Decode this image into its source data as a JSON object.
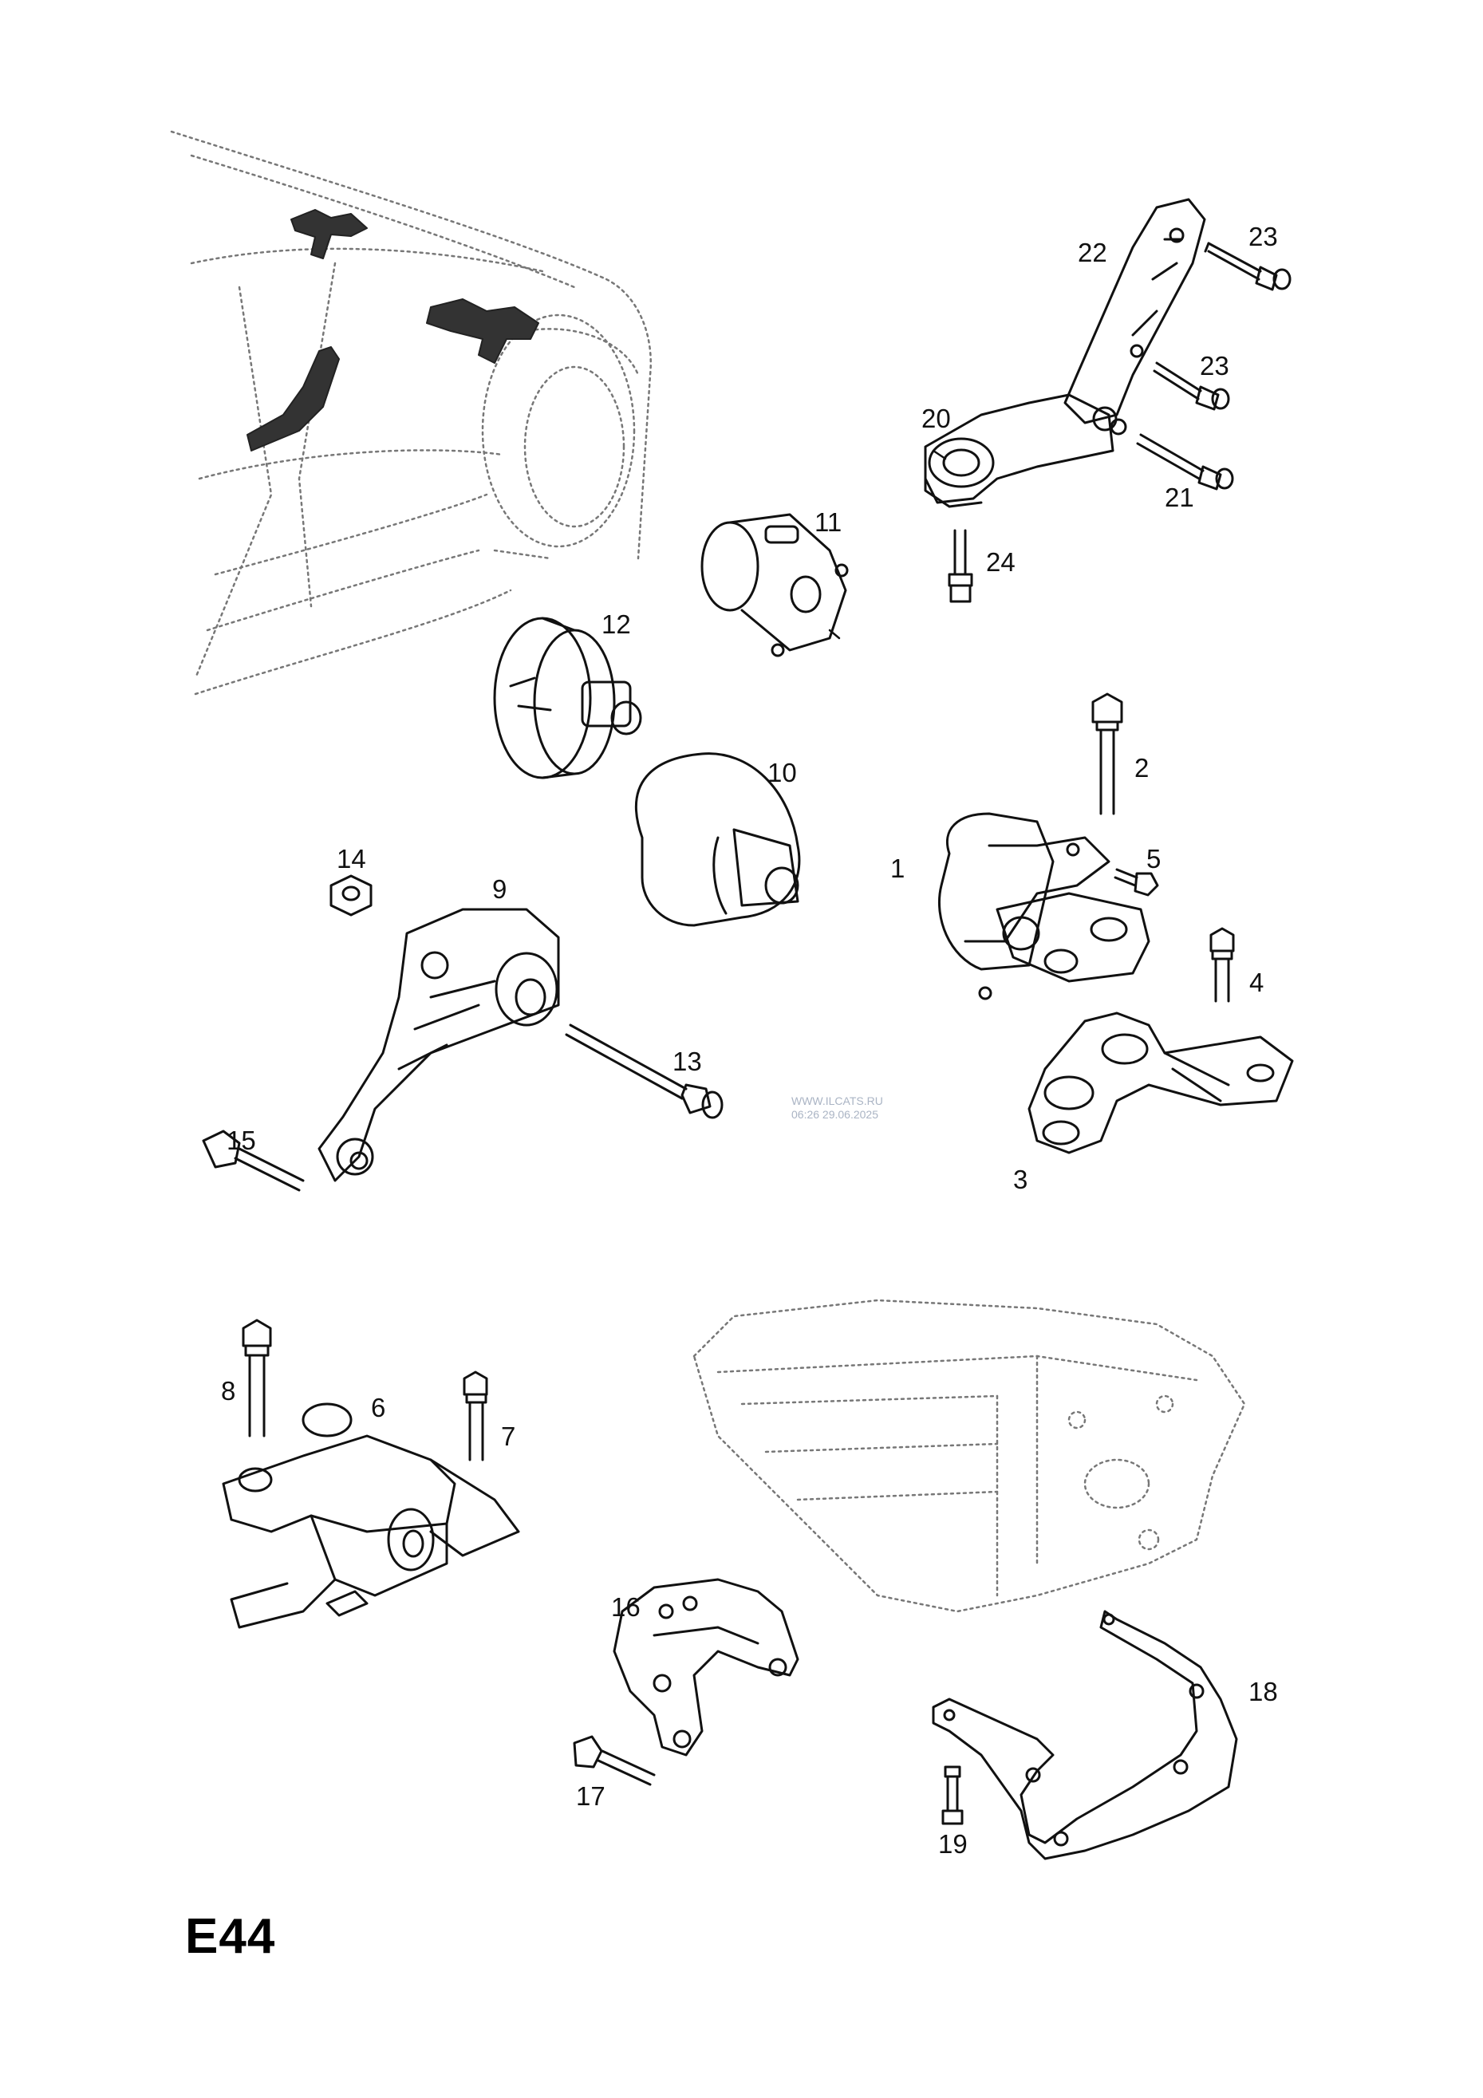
{
  "diagram": {
    "page_code": "E44",
    "watermark": {
      "line1": "WWW.ILCATS.RU",
      "line2": "06:26 29.06.2025"
    },
    "callouts": {
      "c1": "1",
      "c2": "2",
      "c3": "3",
      "c4": "4",
      "c5": "5",
      "c6": "6",
      "c7": "7",
      "c8": "8",
      "c9": "9",
      "c10": "10",
      "c11": "11",
      "c12": "12",
      "c13": "13",
      "c14": "14",
      "c15": "15",
      "c16": "16",
      "c17": "17",
      "c18": "18",
      "c19": "19",
      "c20": "20",
      "c21": "21",
      "c22": "22",
      "c23a": "23",
      "c23b": "23",
      "c24": "24"
    }
  }
}
